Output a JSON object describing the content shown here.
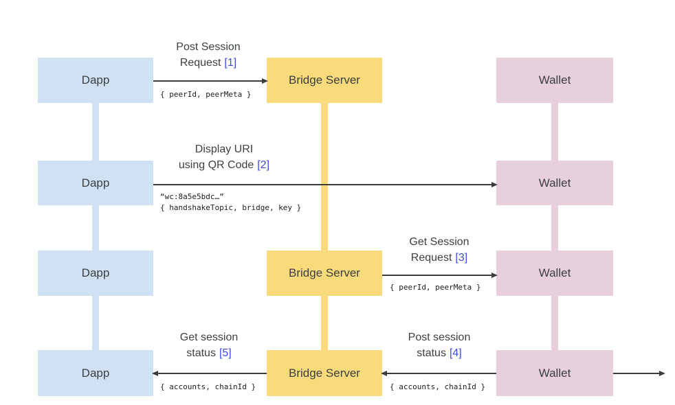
{
  "diagram": {
    "background_color": "#ffffff",
    "ref_color": "#3e4be0",
    "actors": {
      "dapp": {
        "label": "Dapp",
        "fill": "#cfe1f2"
      },
      "bridge": {
        "label": "Bridge Server",
        "fill": "#f9db7c"
      },
      "wallet": {
        "label": "Wallet",
        "fill": "#e8cfdc"
      }
    },
    "messages": [
      {
        "line1": "Post Session",
        "line2": "Request",
        "ref": "[1]",
        "from": "Dapp",
        "to": "Bridge Server",
        "payload": [
          "{ peerId, peerMeta }"
        ]
      },
      {
        "line1": "Display URI",
        "line2": "using QR Code",
        "ref": "[2]",
        "from": "Dapp",
        "to": "Wallet",
        "payload": [
          "“wc:8a5e5bdc…”",
          "{ handshakeTopic, bridge, key }"
        ]
      },
      {
        "line1": "Get Session",
        "line2": "Request",
        "ref": "[3]",
        "from": "Bridge Server",
        "to": "Wallet",
        "payload": [
          "{ peerId, peerMeta }"
        ]
      },
      {
        "line1": "Post session",
        "line2": "status",
        "ref": "[4]",
        "from": "Wallet",
        "to": "Bridge Server",
        "payload": [
          "{ accounts, chainId }"
        ]
      },
      {
        "line1": "Get session",
        "line2": "status",
        "ref": "[5]",
        "from": "Bridge Server",
        "to": "Dapp",
        "payload": [
          "{ accounts, chainId }"
        ]
      }
    ]
  }
}
